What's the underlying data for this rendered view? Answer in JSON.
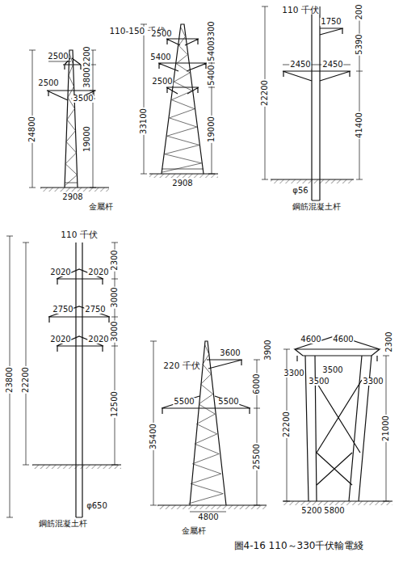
{
  "diagram": {
    "caption": "圖4-16 110～330千伏輸電綫",
    "labels": [
      "110-150 千伏",
      "2500",
      "2200",
      "2500",
      "3800",
      "3500",
      "24800",
      "19000",
      "2908",
      "金屬杆",
      "2500",
      "3300",
      "5400",
      "5400",
      "5400",
      "2500",
      "33100",
      "19000",
      "2908",
      "110 千伏",
      "200",
      "1750",
      "5390",
      "2450",
      "2450",
      "22200",
      "41400",
      "φ56",
      "鋼筋混凝土杆",
      "110 千伏",
      "2300",
      "3000",
      "2020",
      "2020",
      "2750",
      "2750",
      "3000",
      "2020",
      "2020",
      "12500",
      "23800",
      "22200",
      "φ650",
      "鋼筋混凝土杆",
      "220 千伏",
      "3600",
      "3900",
      "6000",
      "5500",
      "5500",
      "35400",
      "25500",
      "4800",
      "金屬杆",
      "4600",
      "4600",
      "2300",
      "3300",
      "3500",
      "3500",
      "3300",
      "22200",
      "21000",
      "5200",
      "5800"
    ]
  }
}
